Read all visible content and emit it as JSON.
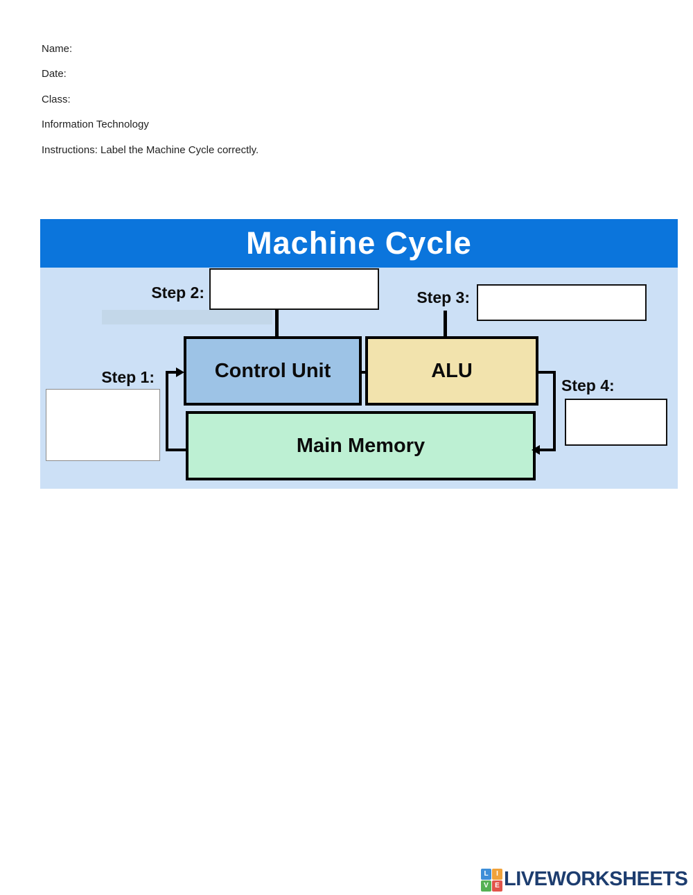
{
  "page": {
    "header_lines": [
      "Name:",
      "Date:",
      "Class:",
      "Information Technology",
      "Instructions: Label the Machine Cycle correctly."
    ]
  },
  "diagram": {
    "title": "Machine Cycle",
    "labels": {
      "step1": "Step 1:",
      "step2": "Step 2:",
      "step3": "Step 3:",
      "step4": "Step 4:"
    },
    "boxes": {
      "control_unit": "Control Unit",
      "alu": "ALU",
      "main_memory": "Main Memory"
    },
    "answers": {
      "step1": "",
      "step2": "",
      "step3": "",
      "step4": ""
    },
    "colors": {
      "title_bar": "#0b75dc",
      "body_background": "#cce0f6",
      "control_unit_fill": "#9dc3e6",
      "alu_fill": "#f2e3ad",
      "main_memory_fill": "#bdf0d3",
      "connector": "#000000"
    }
  },
  "footer": {
    "brand": "LIVEWORKSHEETS",
    "logo_letters": [
      "L",
      "I",
      "V",
      "E"
    ],
    "logo_colors": [
      "#3e8ed8",
      "#f0a23b",
      "#56b154",
      "#e1544a"
    ]
  }
}
